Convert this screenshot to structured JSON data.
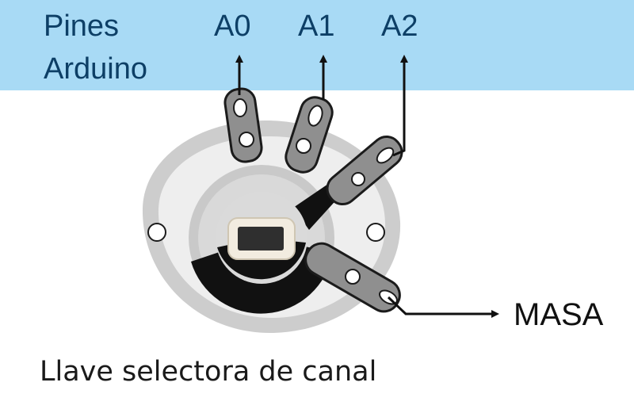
{
  "header": {
    "title_line1": "Pines",
    "title_line2": "Arduino",
    "band_color": "#a8daf5"
  },
  "pins": [
    {
      "label": "A0"
    },
    {
      "label": "A1"
    },
    {
      "label": "A2"
    }
  ],
  "ground": {
    "label": "MASA"
  },
  "caption": "Llave selectora de canal",
  "colors": {
    "text_blue": "#0d3f66",
    "rotor": "#111111",
    "terminal": "#8f8f8f",
    "body_outer": "#cdcdcd",
    "body_inner": "#eeeeee"
  }
}
